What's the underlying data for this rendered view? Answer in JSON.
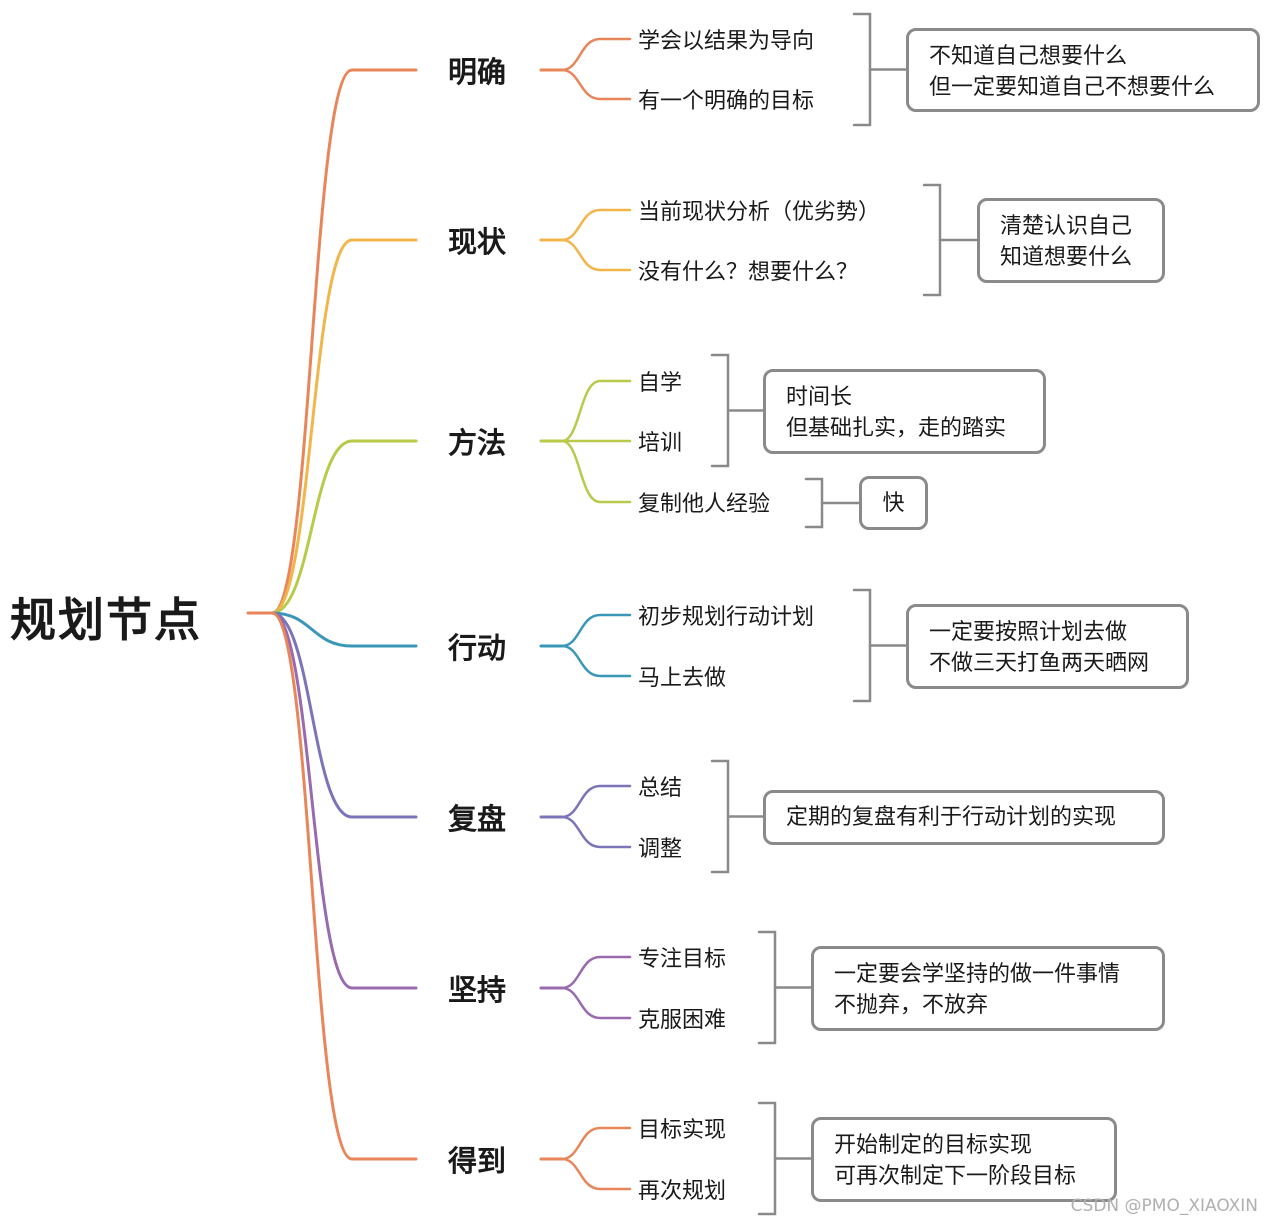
{
  "root": "规划节点",
  "branches": [
    {
      "label": "明确",
      "color": "#e8865a",
      "items": [
        "学会以结果为导向",
        "有一个明确的目标"
      ],
      "notes": [
        [
          "不知道自己想要什么",
          "但一定要知道自己不想要什么"
        ]
      ]
    },
    {
      "label": "现状",
      "color": "#f2b54a",
      "items": [
        "当前现状分析（优劣势）",
        "没有什么？想要什么？"
      ],
      "notes": [
        [
          "清楚认识自己",
          "知道想要什么"
        ]
      ]
    },
    {
      "label": "方法",
      "color": "#b9c94a",
      "items": [
        "自学",
        "培训",
        "复制他人经验"
      ],
      "notes": [
        [
          "时间长",
          "但基础扎实，走的踏实"
        ],
        [
          "快"
        ]
      ]
    },
    {
      "label": "行动",
      "color": "#3a97b8",
      "items": [
        "初步规划行动计划",
        "马上去做"
      ],
      "notes": [
        [
          "一定要按照计划去做",
          "不做三天打鱼两天晒网"
        ]
      ]
    },
    {
      "label": "复盘",
      "color": "#7b74b8",
      "items": [
        "总结",
        "调整"
      ],
      "notes": [
        [
          "定期的复盘有利于行动计划的实现"
        ]
      ]
    },
    {
      "label": "坚持",
      "color": "#9a6aae",
      "items": [
        "专注目标",
        "克服困难"
      ],
      "notes": [
        [
          "一定要会学坚持的做一件事情",
          "不抛弃，不放弃"
        ]
      ]
    },
    {
      "label": "得到",
      "color": "#e8865a",
      "items": [
        "目标实现",
        "再次规划"
      ],
      "notes": [
        [
          "开始制定的目标实现",
          "可再次制定下一阶段目标"
        ]
      ]
    }
  ],
  "watermark": "CSDN @PMO_XIAOXIN",
  "bracket_color": "#8a8a8a"
}
